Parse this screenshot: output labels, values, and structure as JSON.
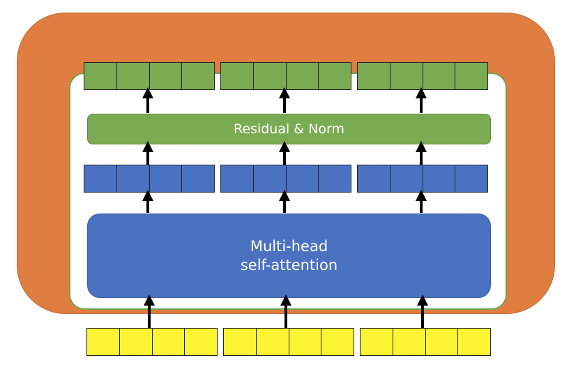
{
  "diagram": {
    "norm_label": "Residual & Norm",
    "attention_label_line1": "Multi-head",
    "attention_label_line2": "self-attention",
    "colors": {
      "outer_block": "#e07d40",
      "output_vectors": "#7aab52",
      "norm_box": "#7aab52",
      "hidden_vectors": "#4a72c1",
      "attention_box": "#4a72c1",
      "input_vectors": "#fbf433",
      "arrows": "#000000"
    },
    "tokens_per_row": 3,
    "cells_per_vector": 4
  }
}
